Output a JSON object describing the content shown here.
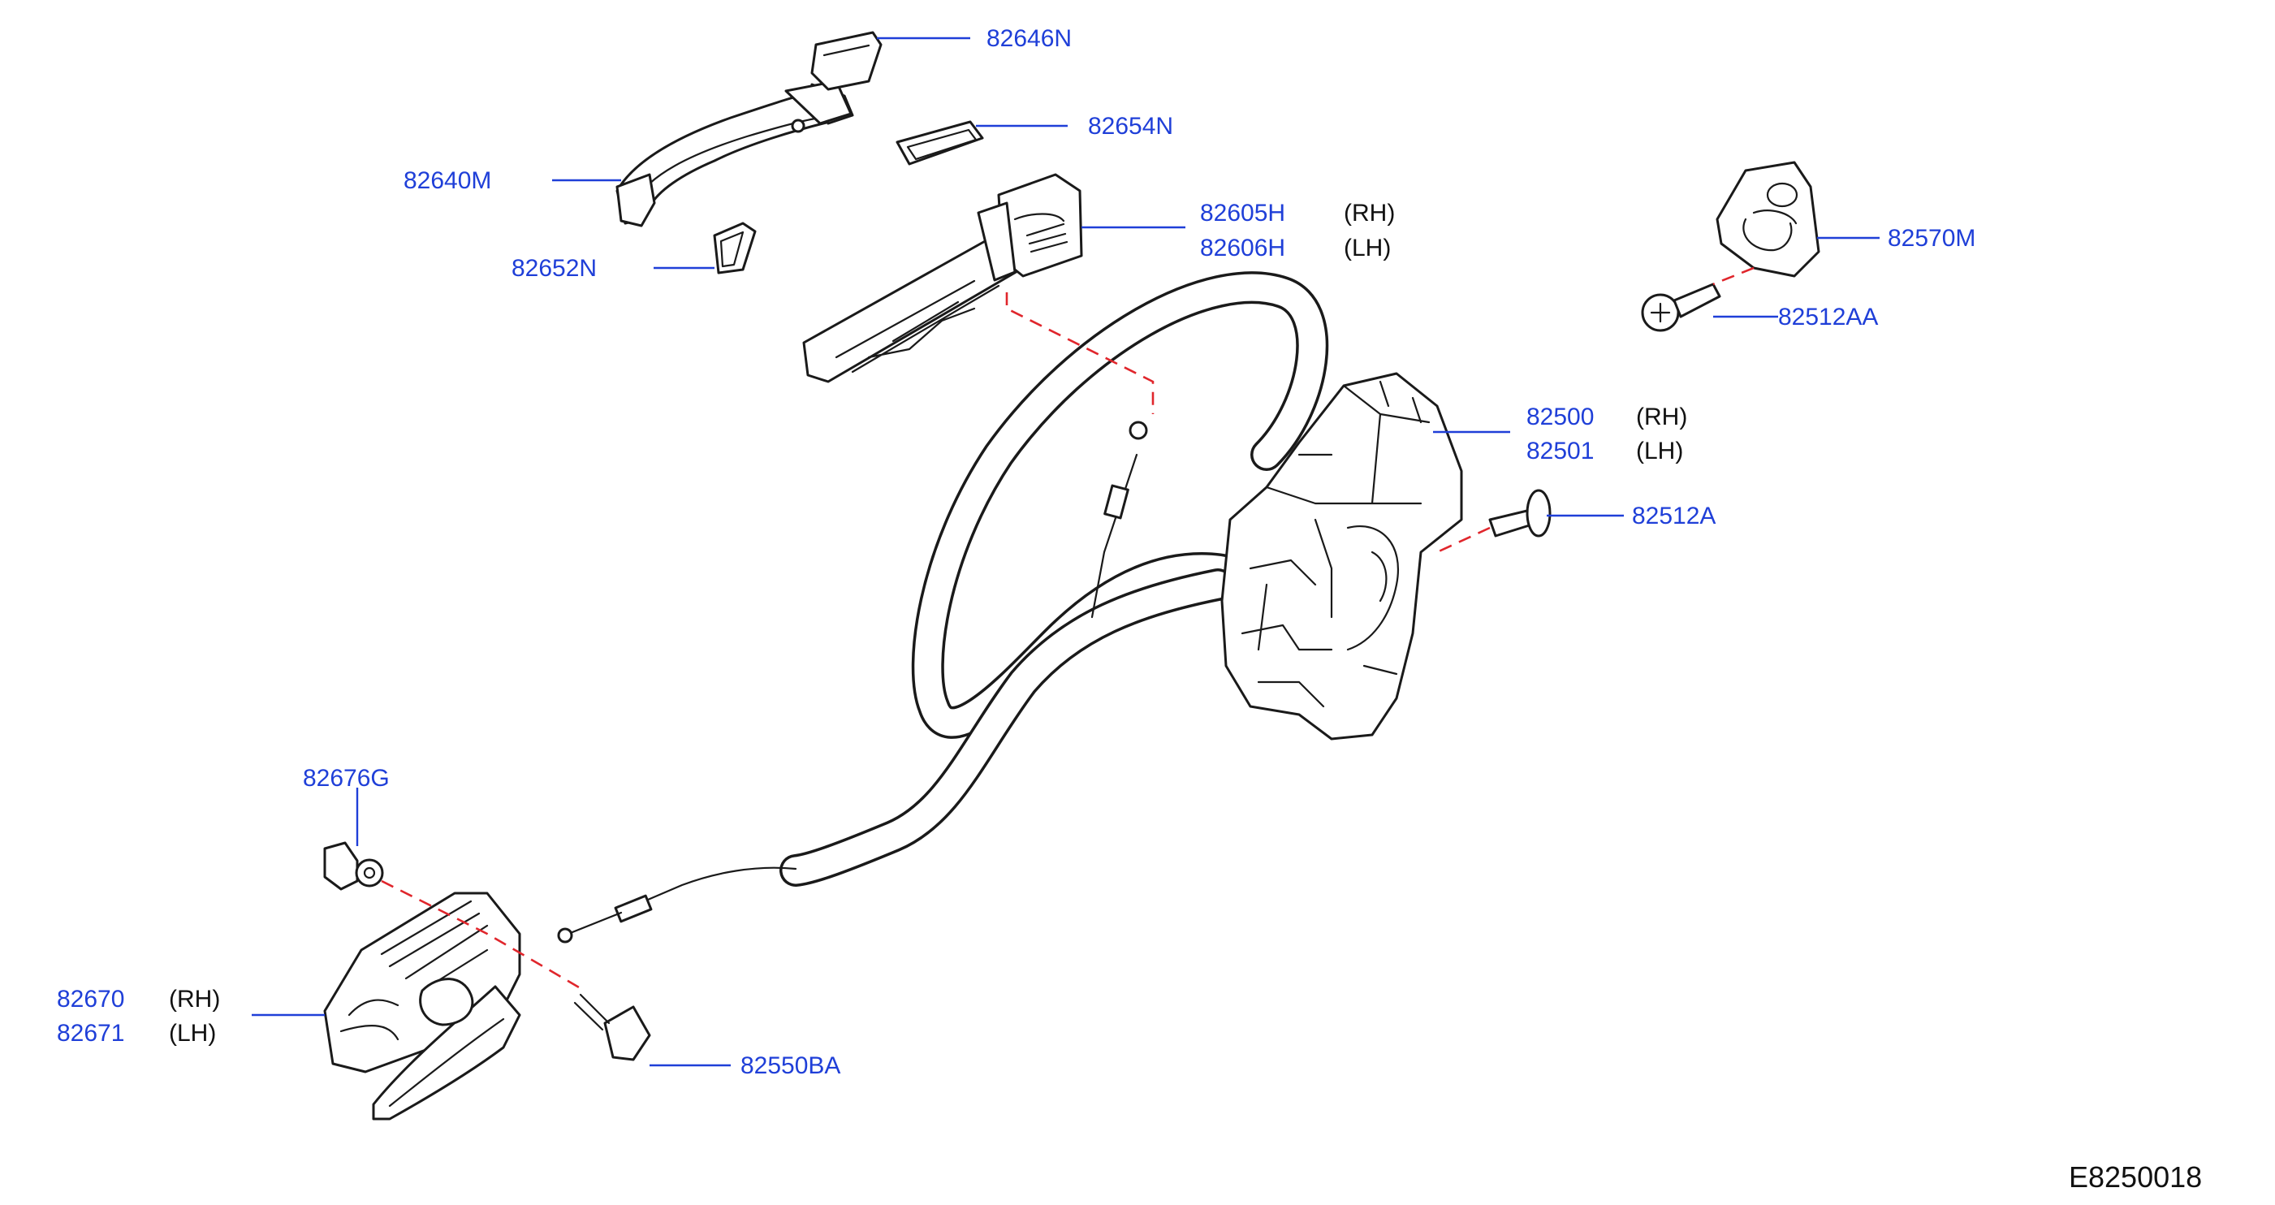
{
  "colors": {
    "part_number": "#1f3fd8",
    "leader_line": "#1f3fd8",
    "connection_dash": "#e0262c",
    "linework": "#1a1a1a"
  },
  "parts": {
    "p82646N": "82646N",
    "p82654N": "82654N",
    "p82640M": "82640M",
    "p82652N": "82652N",
    "p82605H": "82605H",
    "p82606H": "82606H",
    "p82570M": "82570M",
    "p82512AA": "82512AA",
    "p82500": "82500",
    "p82501": "82501",
    "p82512A": "82512A",
    "p82676G": "82676G",
    "p82670": "82670",
    "p82671": "82671",
    "p82550BA": "82550BA"
  },
  "sides": {
    "rh": "(RH)",
    "lh": "(LH)"
  },
  "diagram_code": "E8250018"
}
